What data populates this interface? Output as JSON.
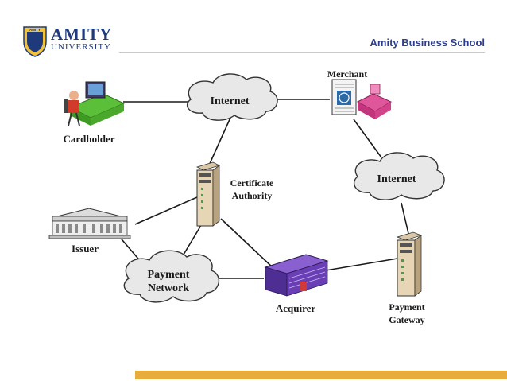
{
  "header": {
    "logo_line1": "AMITY",
    "logo_line2": "UNIVERSITY",
    "logo_seal_text": "AMITY",
    "school": "Amity Business School"
  },
  "diagram": {
    "nodes": {
      "cardholder": "Cardholder",
      "merchant": "Merchant",
      "certificate_authority_line1": "Certificate",
      "certificate_authority_line2": "Authority",
      "issuer": "Issuer",
      "acquirer": "Acquirer",
      "payment_gateway_line1": "Payment",
      "payment_gateway_line2": "Gateway"
    },
    "clouds": {
      "internet_top": "Internet",
      "internet_right": "Internet",
      "payment_network_line1": "Payment",
      "payment_network_line2": "Network"
    }
  },
  "colors": {
    "brand_blue": "#1f3a7a",
    "accent_bar": "#e8ac3c",
    "cloud_fill": "#e8e8e8",
    "acquirer_building": "#6a3fb5",
    "cardholder_desk": "#5cbf3a",
    "merchant_register": "#e0569a"
  }
}
